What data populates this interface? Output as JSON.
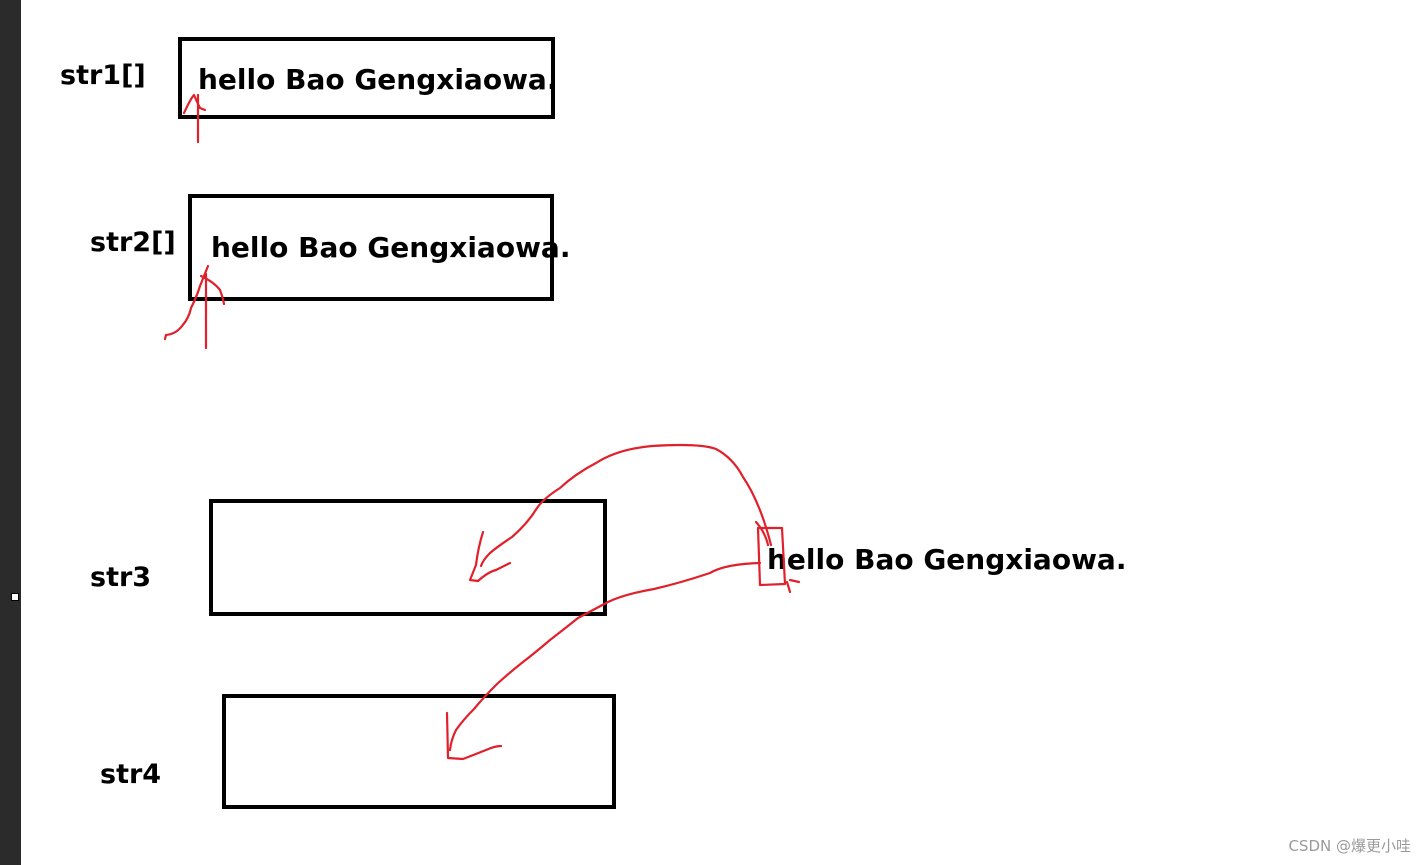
{
  "diagram": {
    "str1": {
      "label": "str1[]",
      "content": "hello Bao Gengxiaowa."
    },
    "str2": {
      "label": "str2[]",
      "content": "hello Bao Gengxiaowa."
    },
    "str3": {
      "label": "str3"
    },
    "str4": {
      "label": "str4"
    },
    "literal": {
      "content": "hello Bao Gengxiaowa."
    }
  },
  "watermark": "CSDN @爆更小哇",
  "colors": {
    "ink": "#e0202a",
    "box_border": "#000000",
    "background": "#ffffff"
  }
}
